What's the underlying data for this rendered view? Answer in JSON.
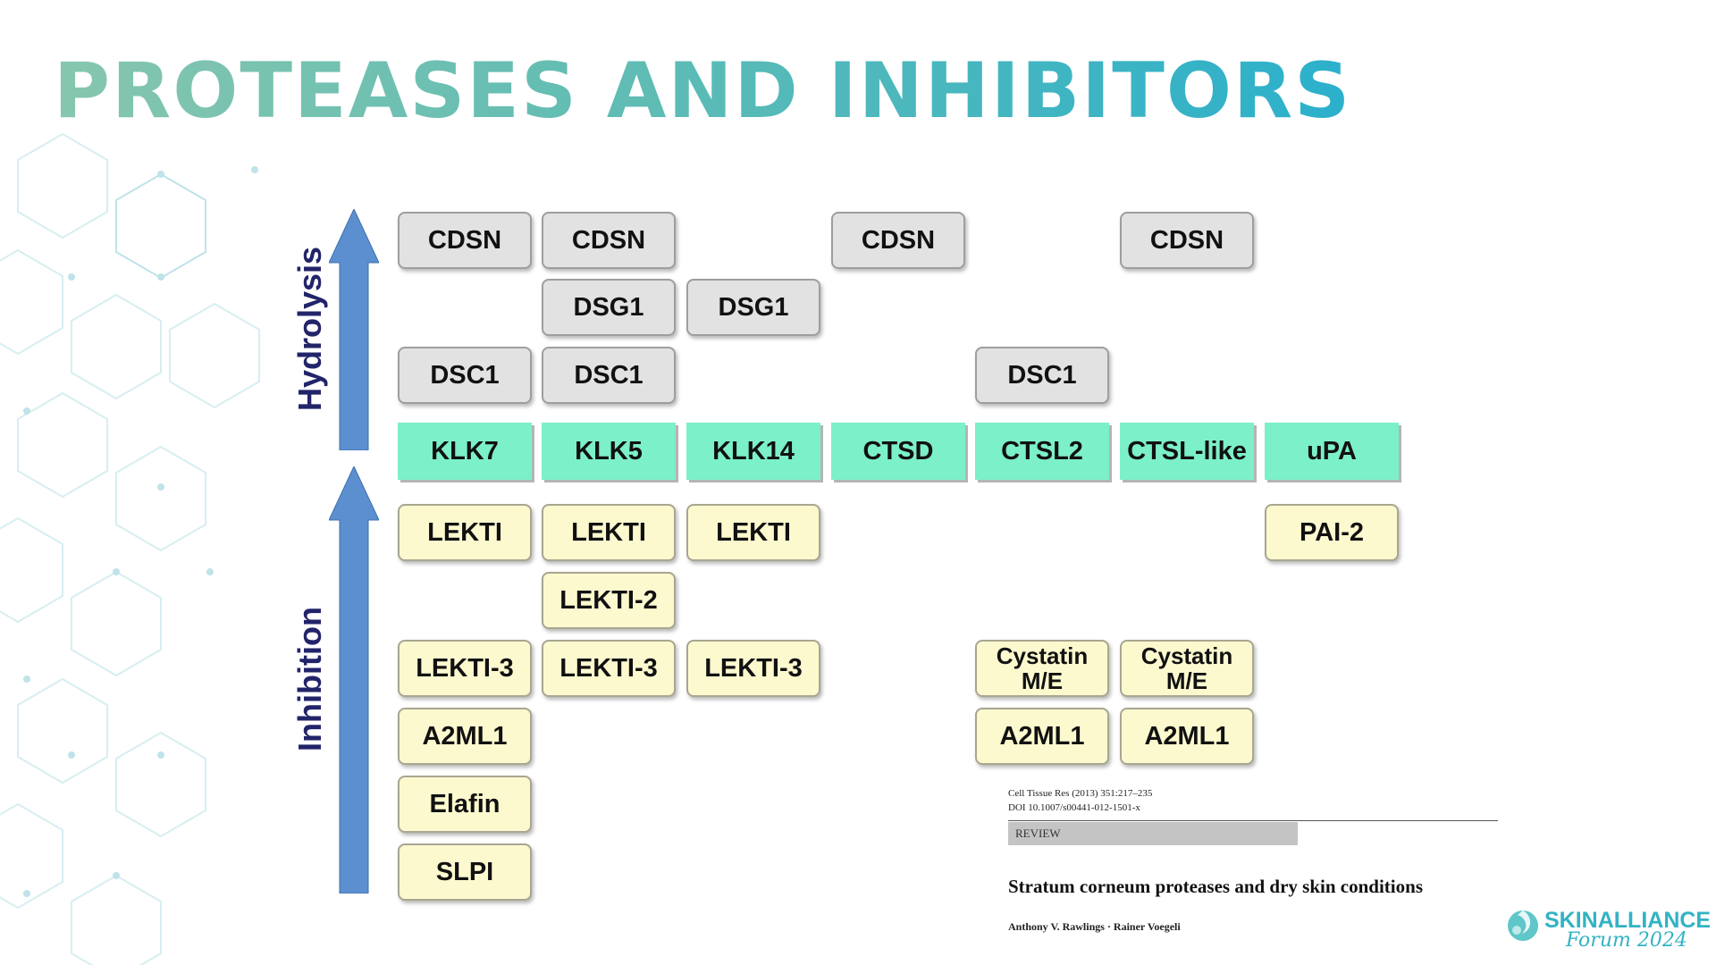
{
  "title": "PROTEASES AND INHIBITORS",
  "axis": {
    "up": "Hydrolysis",
    "down": "Inhibition"
  },
  "substrate_rows": [
    [
      "CDSN",
      "CDSN",
      "",
      "CDSN",
      "",
      "CDSN",
      ""
    ],
    [
      "",
      "DSG1",
      "DSG1",
      "",
      "",
      "",
      ""
    ],
    [
      "DSC1",
      "DSC1",
      "",
      "",
      "DSC1",
      "",
      ""
    ]
  ],
  "enzymes": [
    "KLK7",
    "KLK5",
    "KLK14",
    "CTSD",
    "CTSL2",
    "CTSL-like",
    "uPA"
  ],
  "inhibitor_rows": [
    [
      "LEKTI",
      "LEKTI",
      "LEKTI",
      "",
      "",
      "",
      "PAI-2"
    ],
    [
      "",
      "LEKTI-2",
      "",
      "",
      "",
      "",
      ""
    ],
    [
      "LEKTI-3",
      "LEKTI-3",
      "LEKTI-3",
      "",
      "Cystatin\nM/E",
      "Cystatin\nM/E",
      ""
    ],
    [
      "A2ML1",
      "",
      "",
      "",
      "A2ML1",
      "A2ML1",
      ""
    ],
    [
      "Elafin",
      "",
      "",
      "",
      "",
      "",
      ""
    ],
    [
      "SLPI",
      "",
      "",
      "",
      "",
      "",
      ""
    ]
  ],
  "colors": {
    "substrate_fill": "#e2e2e2",
    "enzyme_fill": "#7cf0c8",
    "inhibitor_fill": "#fdf9cf",
    "arrow_fill": "#5b8fd0",
    "axis_text": "#22246a",
    "brand": "#32b3c4"
  },
  "citation": {
    "journal": "Cell Tissue Res (2013) 351:217–235",
    "doi": "DOI 10.1007/s00441-012-1501-x",
    "tag": "REVIEW",
    "title": "Stratum corneum proteases and dry skin conditions",
    "authors": "Anthony V. Rawlings · Rainer Voegeli"
  },
  "logo": {
    "name": "SKINALLIANCE",
    "subtitle": "Forum 2024",
    "icon": "skin-alliance-swirl-icon"
  }
}
